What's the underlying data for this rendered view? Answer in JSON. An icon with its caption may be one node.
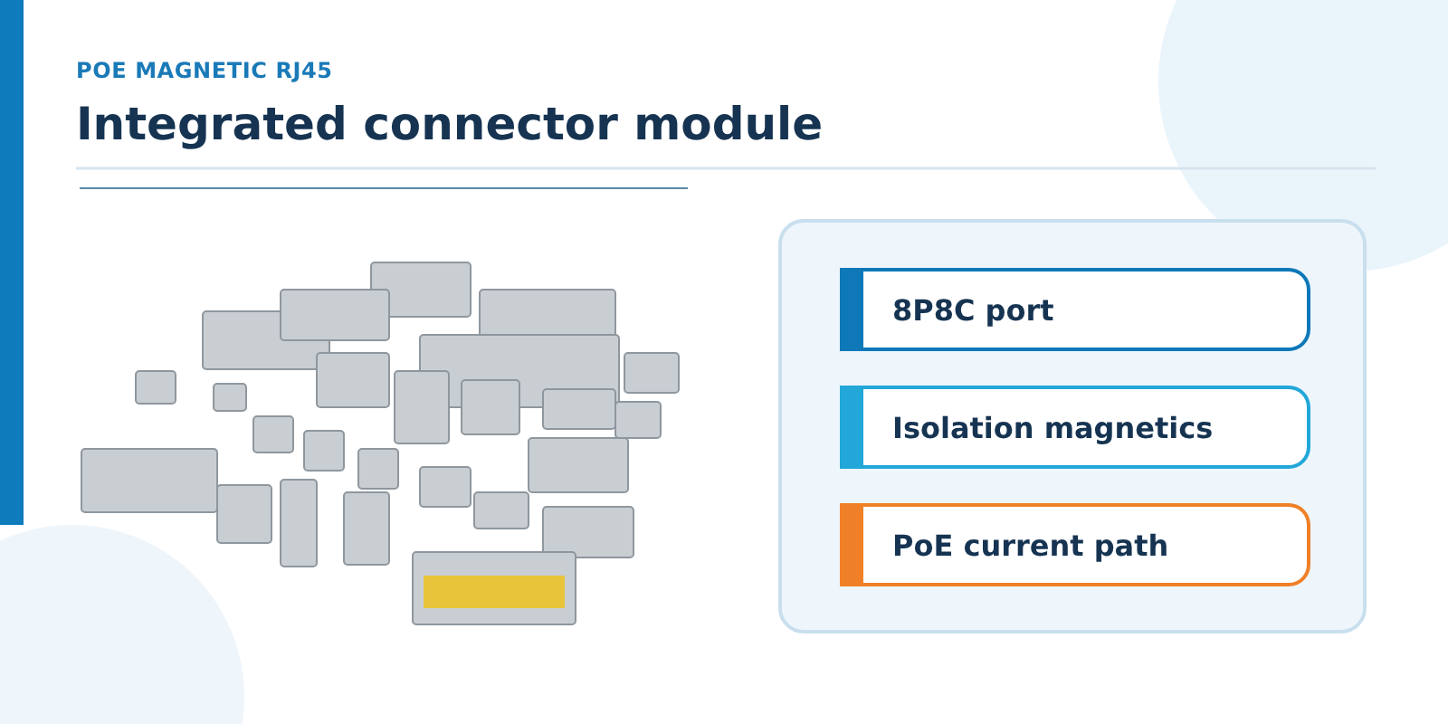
{
  "diagram": {
    "title": "Integrated connector module",
    "nodes": [
      {
        "text": [],
        "shape": "box"
      },
      {
        "text": [
          "8P8C port"
        ],
        "in": 0
      },
      {
        "text": [
          "Isolation magnetics"
        ],
        "in": 0
      },
      {
        "text": [
          "PoE current path"
        ],
        "in": 0
      }
    ],
    "labels": [
      "POE MAGNETIC RJ45"
    ]
  }
}
